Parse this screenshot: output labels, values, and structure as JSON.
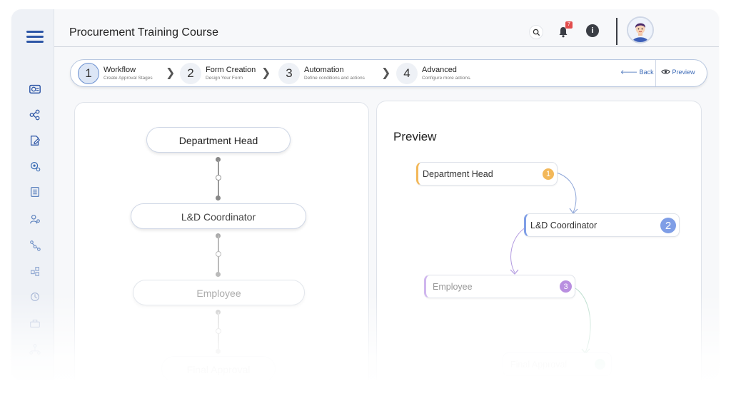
{
  "header": {
    "title": "Procurement Training Course",
    "notification_count": "7"
  },
  "steps": [
    {
      "number": "1",
      "title": "Workflow",
      "subtitle": "Create Approval Stages"
    },
    {
      "number": "2",
      "title": "Form Creation",
      "subtitle": "Design Your Form"
    },
    {
      "number": "3",
      "title": "Automation",
      "subtitle": "Define conditions and actions"
    },
    {
      "number": "4",
      "title": "Advanced",
      "subtitle": "Configure more actions."
    }
  ],
  "stepper_actions": {
    "back_label": "Back",
    "preview_label": "Preview"
  },
  "workflow_nodes": [
    "Department Head",
    "L&D Coordinator",
    "Employee",
    "Final Approval"
  ],
  "preview": {
    "title": "Preview",
    "nodes": [
      {
        "label": "Department Head",
        "order": "1",
        "color": "#f3b859"
      },
      {
        "label": "L&D Coordinator",
        "order": "2",
        "color": "#7f9ee6"
      },
      {
        "label": "Employee",
        "order": "3",
        "color": "#b98fe0"
      },
      {
        "label": "Final Approval",
        "order": "",
        "color": "#5cbf9a"
      }
    ]
  },
  "colors": {
    "accent": "#2d56a6",
    "link": "#3d6bb7",
    "badge": "#e24c4c"
  },
  "sidebar_icons": [
    "dashboard-icon",
    "workflow-icon",
    "form-edit-icon",
    "settings-gear-icon",
    "document-list-icon",
    "user-settings-icon",
    "network-icon",
    "hierarchy-icon",
    "history-icon",
    "toolbox-icon",
    "tree-icon"
  ]
}
